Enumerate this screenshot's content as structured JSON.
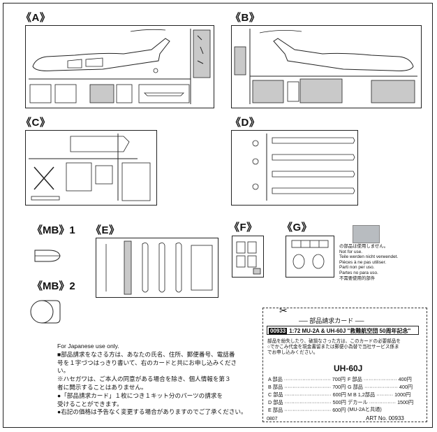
{
  "sections": {
    "a": "《A》",
    "b": "《B》",
    "c": "《C》",
    "d": "《D》",
    "e": "《E》",
    "f": "《F》",
    "g": "《G》",
    "mb1": "《MB》1",
    "mb2": "《MB》2"
  },
  "legend": {
    "swatch_color": "#b8bcc0",
    "lines": [
      "の部品は使用しません。",
      "Not for use.",
      "Teile werden nicht verwendet.",
      "Pièces à ne pas utiliser.",
      "Parti non per uso.",
      "Partes no para uso.",
      "不需要使用的部件"
    ]
  },
  "japanese_use": {
    "heading": "For Japanese use only.",
    "lines": [
      "■部品請求をなさる方は、あなたの氏名、住所、郵便番号、電話番",
      "号を１字づつはっきり書いて、右のカードと共にお申し込みくださ",
      "い。",
      "※ハセガワは、ご本人の同意がある場合を除き、個人情報を第３",
      "者に開示することはありません。",
      "●「部品請求カード」１枚につき１キット分のパーツの請求を",
      "受けることができます。",
      "●右記の価格は予告なく変更する場合がありますのでご了承ください。"
    ]
  },
  "card": {
    "title": "── 部品請求カード ──",
    "code": "00933",
    "model_line": "1:72 MU-2A & UH-60J \"救難航空団 50周年記念\"",
    "text_lines": [
      "部品を紛失したり、破損なさった方は、このカードの必要部品を",
      "○でかこみ代金を現金書留または郵便小為替で当社サービス係ま",
      "でお申し込みください。"
    ],
    "subject": "UH-60J",
    "prices_left": [
      {
        "part": "A 部品",
        "price": "700円"
      },
      {
        "part": "B 部品",
        "price": "700円"
      },
      {
        "part": "C 部品",
        "price": "600円"
      },
      {
        "part": "D 部品",
        "price": "500円"
      },
      {
        "part": "E 部品",
        "price": "600円"
      }
    ],
    "prices_right": [
      {
        "part": "F 部品",
        "price": "400円"
      },
      {
        "part": "G 部品",
        "price": "400円"
      },
      {
        "part": "M B 1,2部品",
        "price": "1000円"
      },
      {
        "part": "デカール",
        "price": "1500円"
      },
      {
        "part": "(MU-2Aと共通)",
        "price": ""
      }
    ],
    "footer_code": "0807",
    "art_no": "ART No. 00933"
  }
}
